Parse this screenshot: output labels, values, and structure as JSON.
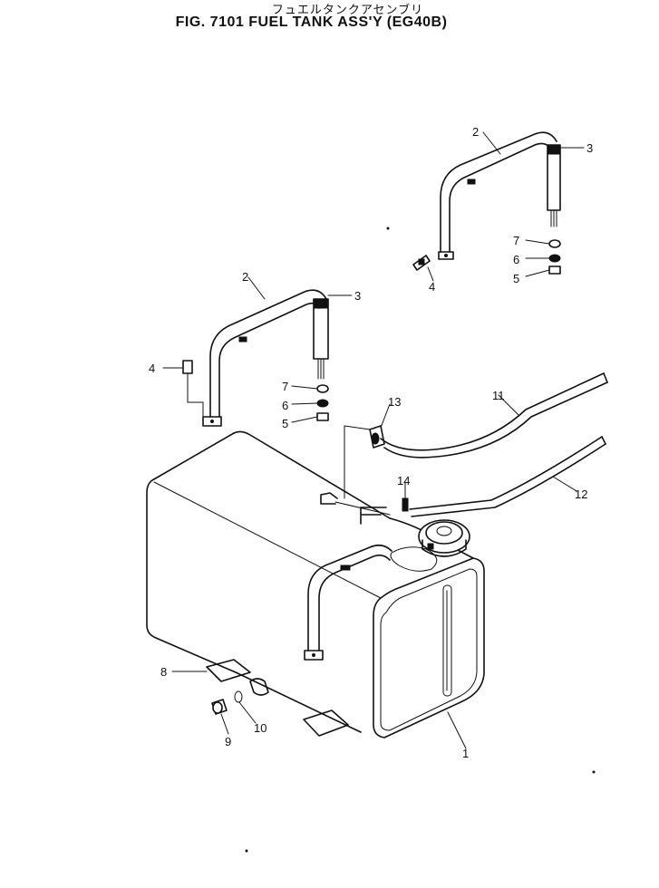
{
  "header": {
    "title_ja": "フュエルタンクアセンブリ",
    "title_en": "FIG. 7101  FUEL TANK ASS'Y (EG40B)"
  },
  "callouts": {
    "c1": "1",
    "c2a": "2",
    "c2b": "2",
    "c3a": "3",
    "c3b": "3",
    "c4a": "4",
    "c4b": "4",
    "c5a": "5",
    "c5b": "5",
    "c6a": "6",
    "c6b": "6",
    "c7a": "7",
    "c7b": "7",
    "c8": "8",
    "c9": "9",
    "c10": "10",
    "c11": "11",
    "c12": "12",
    "c13": "13",
    "c14": "14"
  }
}
